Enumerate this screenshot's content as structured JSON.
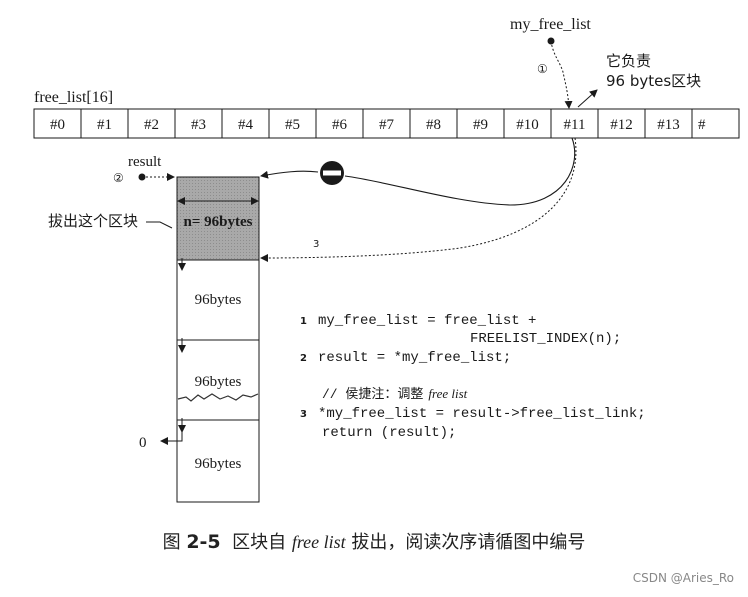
{
  "labels": {
    "my_free_list": "my_free_list",
    "responsible_line1": "它负责",
    "responsible_line2": "96 bytes区块",
    "free_list_title": "free_list[16]",
    "result": "result",
    "extract_block": "拔出这个区块",
    "zero": "0"
  },
  "markers": {
    "m1": "①",
    "m2": "②",
    "step3": "3"
  },
  "cells": [
    "#0",
    "#1",
    "#2",
    "#3",
    "#4",
    "#5",
    "#6",
    "#7",
    "#8",
    "#9",
    "#10",
    "#11",
    "#12",
    "#13",
    "#"
  ],
  "blocks": [
    "n= 96bytes",
    "96bytes",
    "96bytes",
    "96bytes"
  ],
  "code": {
    "lines": [
      {
        "num": "1",
        "text": "my_free_list = free_list +"
      },
      {
        "num": "",
        "text": "FREELIST_INDEX(n);"
      },
      {
        "num": "2",
        "text": "result = *my_free_list;"
      },
      {
        "num": "3",
        "text": "*my_free_list = result->free_list_link;"
      },
      {
        "num": "",
        "text": "return (result);"
      }
    ],
    "comment_prefix": "// 侯捷注：调整",
    "comment_italic": "free list"
  },
  "caption": {
    "prefix": "图",
    "number": "2-5",
    "part1": "区块自",
    "italic": "free list",
    "part2": "拔出，阅读次序请循图中编号"
  },
  "watermark": "CSDN @Aries_Ro",
  "colors": {
    "shaded_block": "#a9a9a9",
    "line": "#1a1a1a"
  }
}
